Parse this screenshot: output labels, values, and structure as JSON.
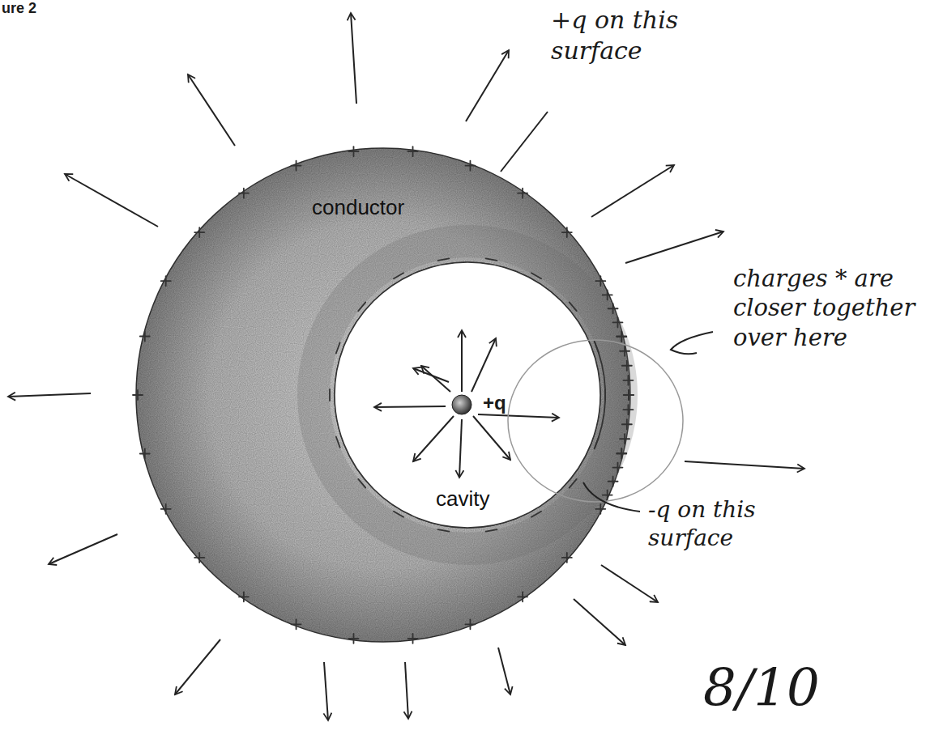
{
  "diagram": {
    "nodes": [
      {
        "text": [
          "conductor"
        ]
      },
      {
        "text": [
          "cavity"
        ],
        "in": 0
      }
    ],
    "labels": [
      "ure 2",
      "+q",
      "+q on this surface",
      "charges * are closer together over here",
      "-q on this surface",
      "8/10"
    ]
  }
}
